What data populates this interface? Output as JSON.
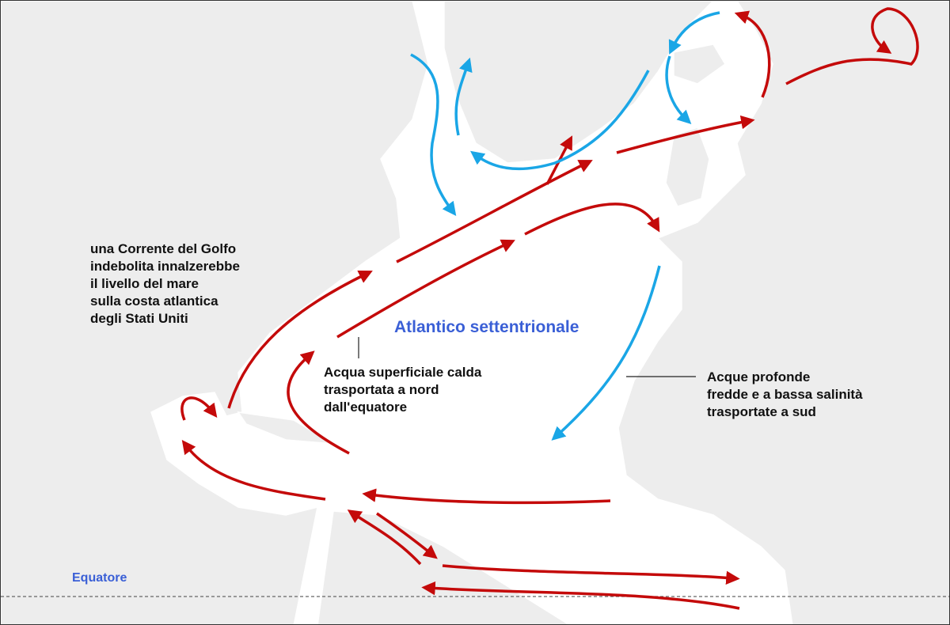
{
  "labels": {
    "ocean": "Atlantico settentrionale",
    "equator": "Equatore",
    "gulf_stream_note": "una Corrente del Golfo\nindebolita innalzerebbe\nil livello del mare\nsulla costa atlantica\ndegli Stati Uniti",
    "warm_water": "Acqua superficiale calda\ntrasportata a nord\ndall'equatore",
    "cold_water": "Acque profonde\nfredde e a bassa salinità\ntrasportate a sud"
  },
  "colors": {
    "warm": "#c40a0a",
    "cold": "#1aa6e6",
    "land": "#ededed",
    "ocean_label": "#3a5fd6"
  }
}
